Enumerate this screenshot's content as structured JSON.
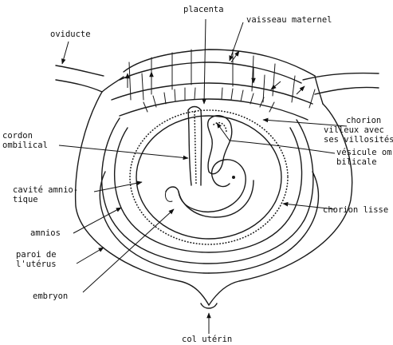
{
  "labels": {
    "placenta": "placenta",
    "vaisseau_maternel": "vaisseau maternel",
    "oviducte": "oviducte",
    "chorion_villeux_1": "chorion",
    "chorion_villeux_2": "villeux avec",
    "chorion_villeux_3": "ses villosités",
    "cordon_1": "cordon",
    "cordon_2": "ombilical",
    "vesicule_1": "vésicule om-",
    "vesicule_2": "bilicale",
    "cavite_1": "cavité amnio-",
    "cavite_2": "tique",
    "chorion_lisse": "chorion lisse",
    "amnios": "amnios",
    "paroi_1": "paroi de",
    "paroi_2": "l'utérus",
    "embryon": "embryon",
    "col_uterin": "col utérin"
  }
}
